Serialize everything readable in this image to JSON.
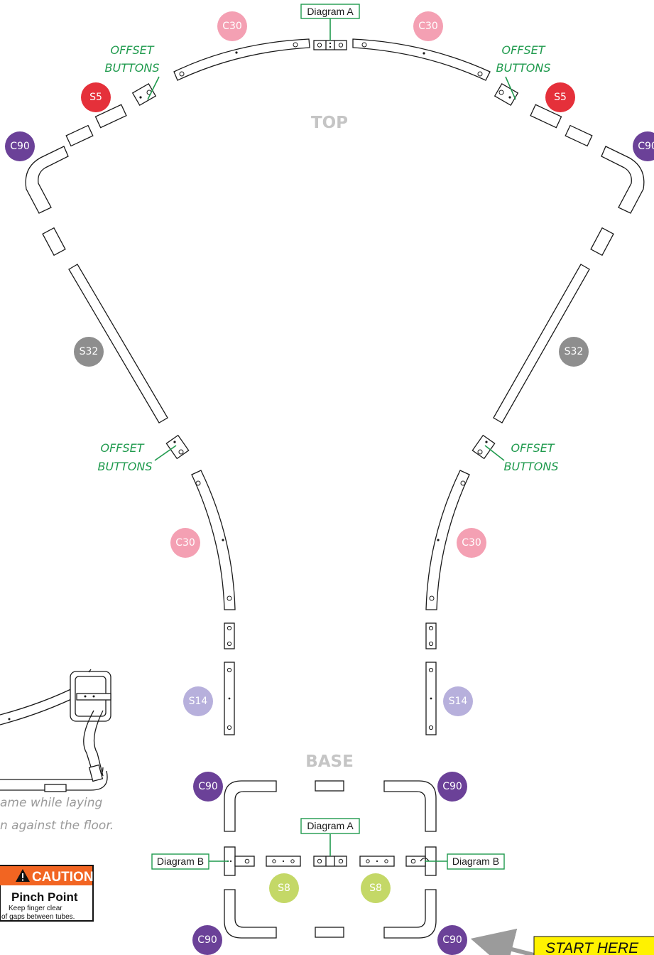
{
  "section_labels": {
    "top": "TOP",
    "base": "BASE"
  },
  "diagram_labels": {
    "a": "Diagram A",
    "b": "Diagram B"
  },
  "offset_label": [
    "OFFSET",
    "BUTTONS"
  ],
  "badges": {
    "c30": {
      "text": "C30",
      "color": "#f4a0b3"
    },
    "s5": {
      "text": "S5",
      "color": "#e5303a"
    },
    "c90": {
      "text": "C90",
      "color": "#6b4198"
    },
    "s32": {
      "text": "S32",
      "color": "#8e8e8e"
    },
    "s14": {
      "text": "S14",
      "color": "#b7b0dc"
    },
    "s8": {
      "text": "S8",
      "color": "#c4d867"
    }
  },
  "note": [
    "ame while laying",
    "n against the floor."
  ],
  "caution": {
    "header": "CAUTION",
    "subtitle": "Pinch Point",
    "body": [
      "Keep finger clear",
      "of gaps between tubes."
    ],
    "colors": {
      "header_bg": "#f26522",
      "border": "#111111"
    }
  },
  "start_here": {
    "text": "START HERE",
    "color": "#fff200"
  },
  "colors": {
    "leader": "#1f9a4d",
    "arrow": "#9b9b9b"
  }
}
